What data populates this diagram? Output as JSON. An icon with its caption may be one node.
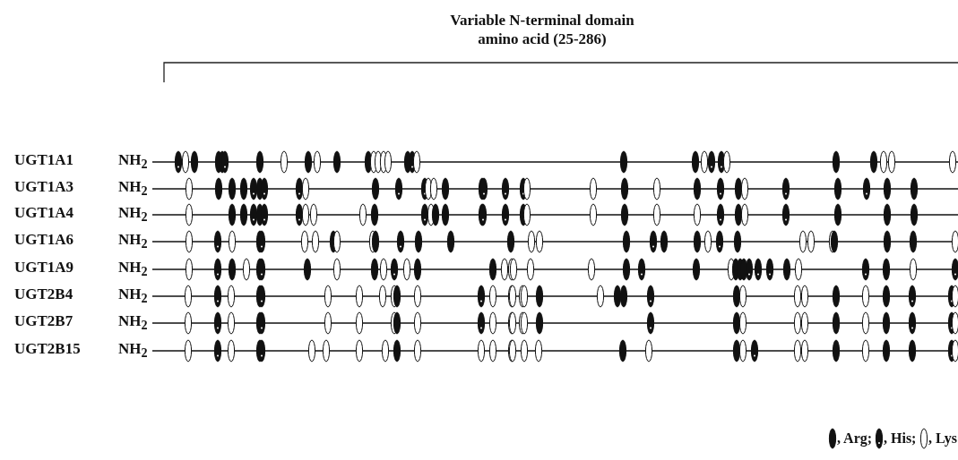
{
  "diagram": {
    "title": "Variable N-terminal domain amino acid (25-286)",
    "labels": [
      "UGT1A1",
      "NH$_{2}$",
      "UGT1A3",
      "NH$_{2}$",
      "UGT1A4",
      "NH$_{2}$",
      "UGT1A6",
      "NH$_{2}$",
      "UGT1A9",
      "NH$_{2}$",
      "UGT2B4",
      "NH$_{2}$",
      "UGT2B7",
      "NH$_{2}$",
      "UGT2B15",
      "NH$_{2}$"
    ],
    "legend": [
      {
        "text": ", Arg;"
      },
      {
        "text": ", His;"
      },
      {
        "text": ", Lys"
      }
    ]
  }
}
